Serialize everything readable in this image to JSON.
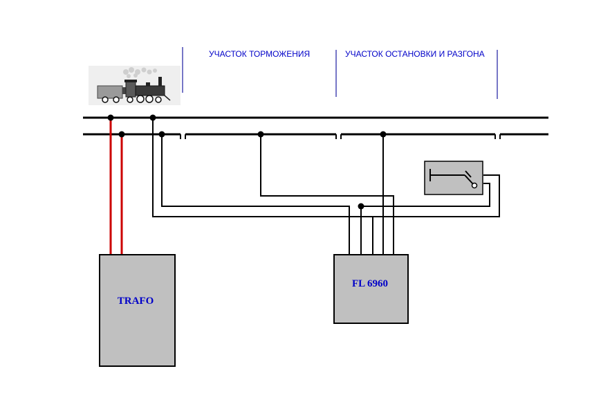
{
  "sections": {
    "braking_label": "УЧАСТОК ТОРМОЖЕНИЯ",
    "stop_start_label": "УЧАСТОК ОСТАНОВКИ И РАЗГОНА"
  },
  "devices": {
    "transformer_label": "TRAFO",
    "module_label": "FL 6960"
  },
  "icons": {
    "locomotive": "steam-locomotive-icon",
    "switch": "toggle-switch-icon"
  },
  "colors": {
    "feeder_wire": "#cc0000",
    "label_text": "#0000c8",
    "box_fill": "#c0c0c0"
  }
}
